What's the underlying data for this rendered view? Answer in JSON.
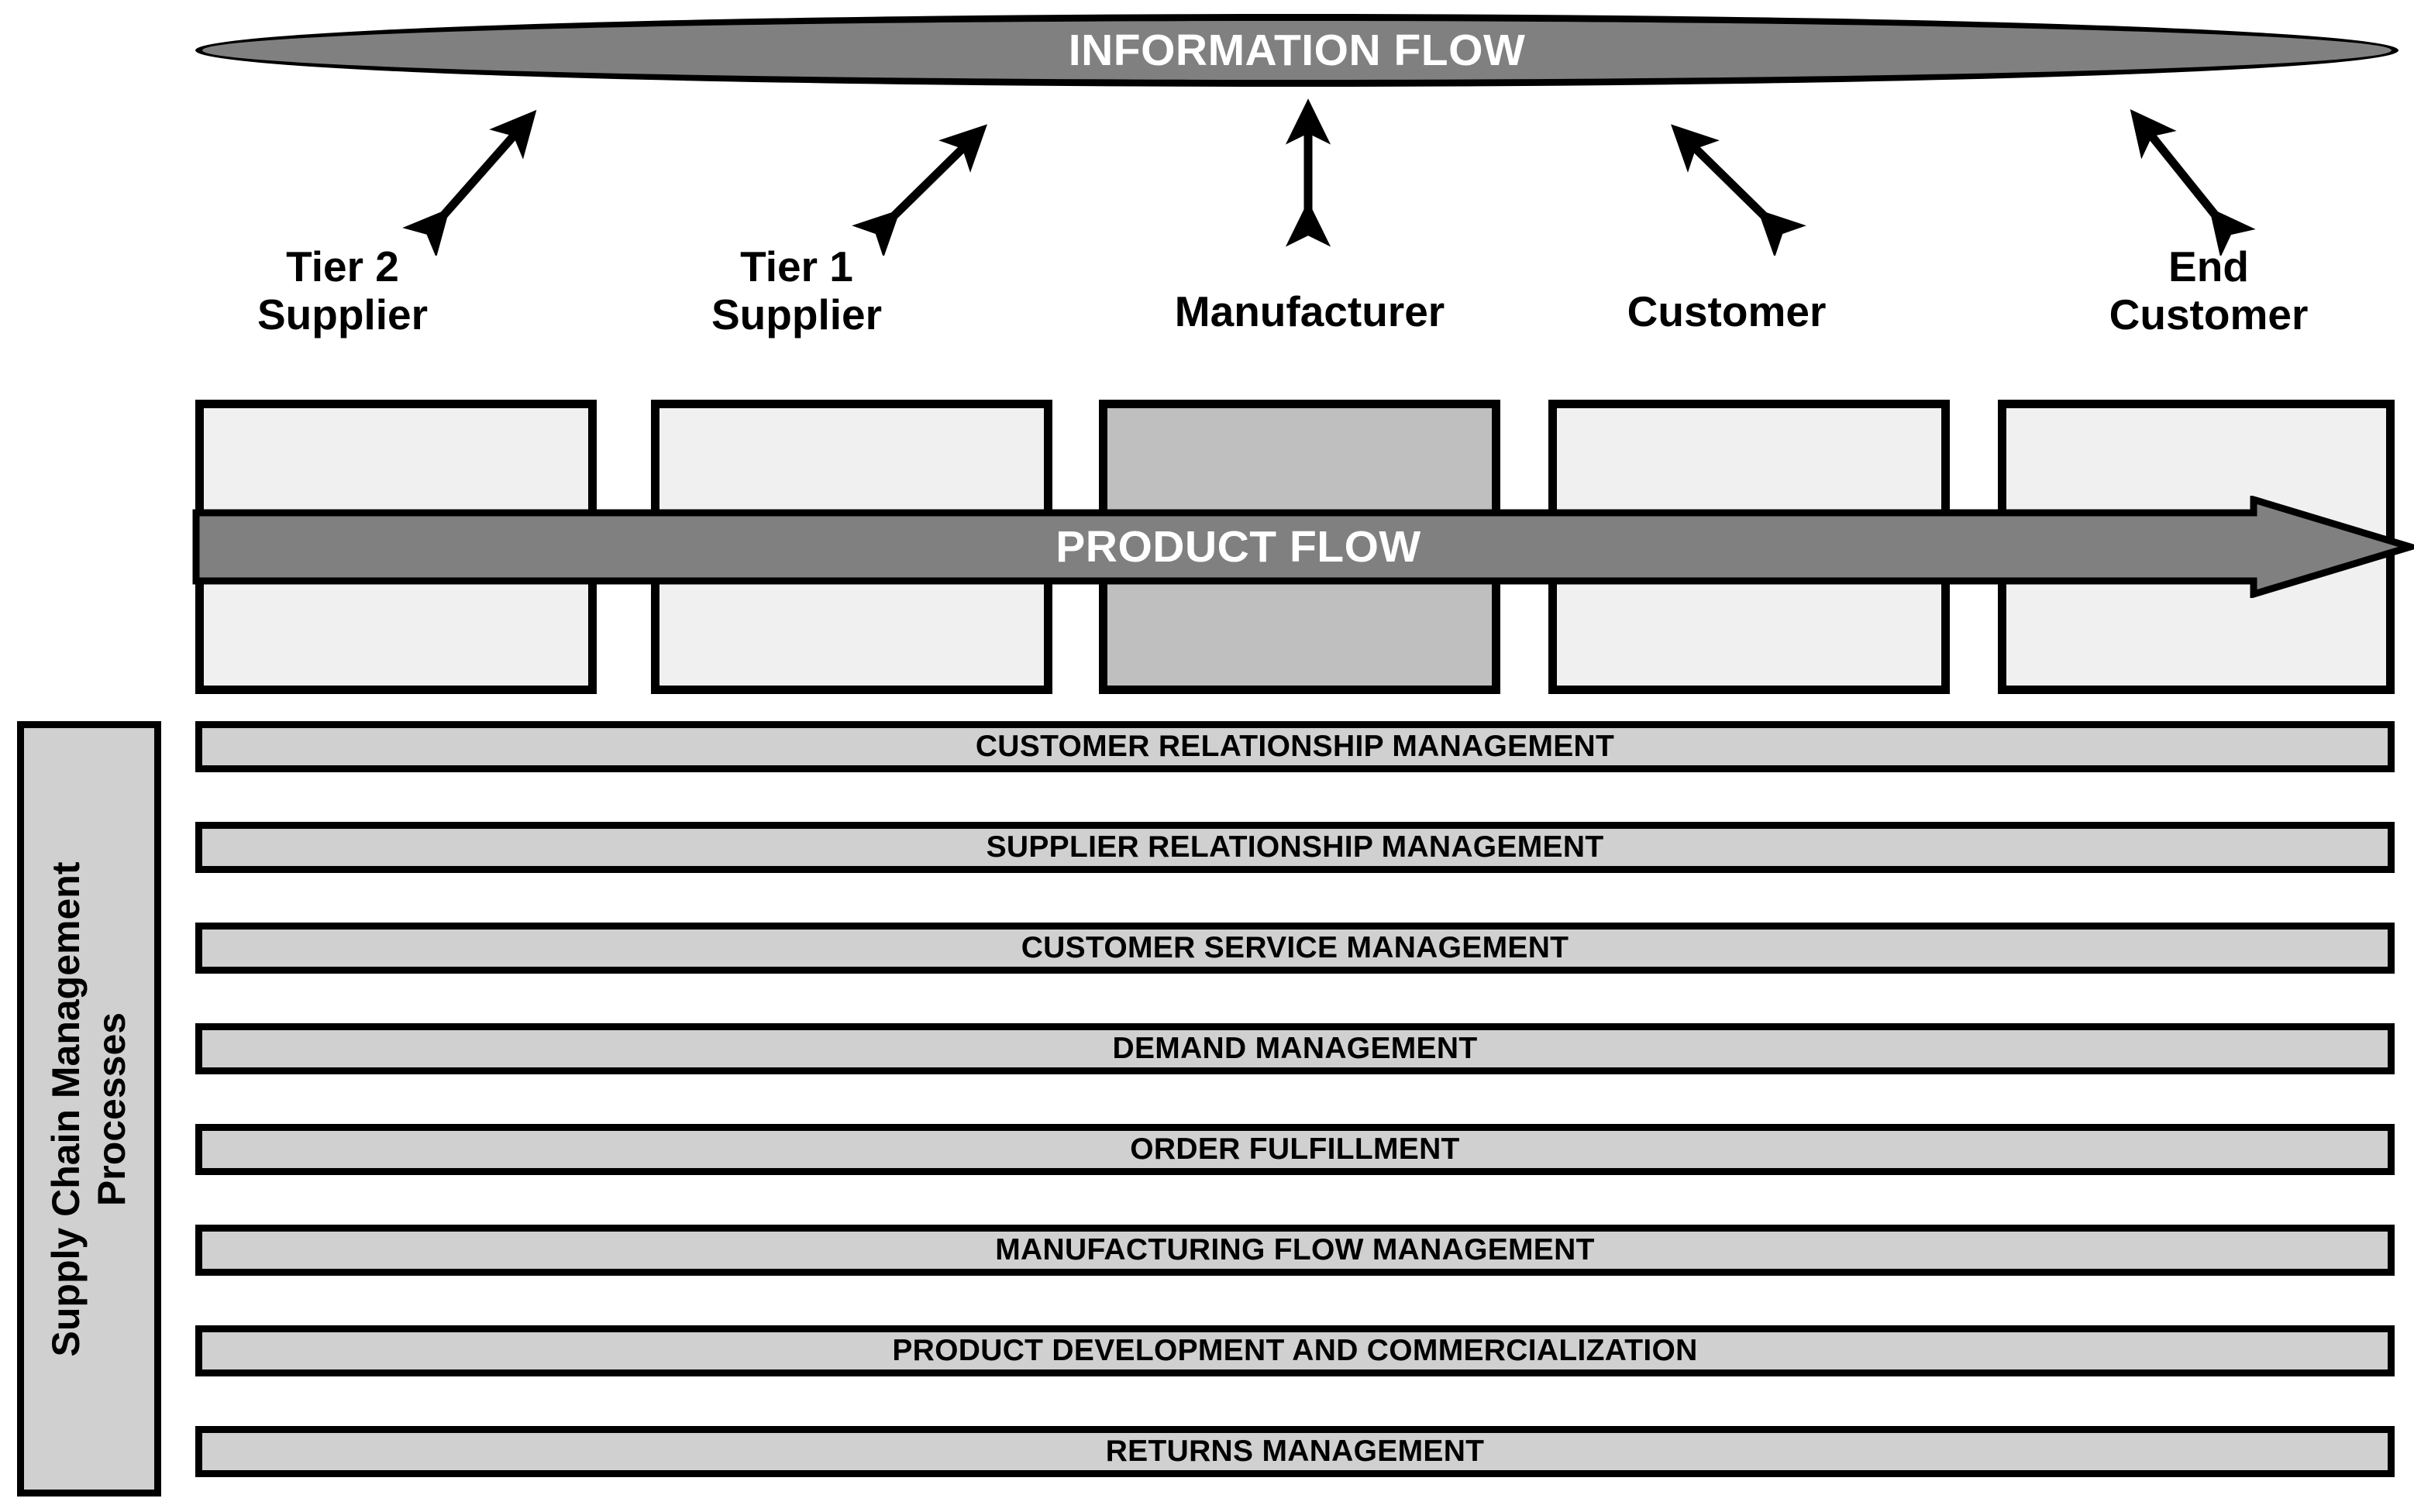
{
  "diagram": {
    "information_flow": {
      "label": "INFORMATION FLOW",
      "fill_color": "#808080",
      "text_color": "#ffffff"
    },
    "product_flow": {
      "label": "PRODUCT FLOW",
      "fill_color": "#808080",
      "text_color": "#ffffff",
      "direction": "left-to-right"
    },
    "actors": [
      {
        "label": "Tier 2\nSupplier",
        "highlight": false,
        "arrow": "double-diagonal-up-right"
      },
      {
        "label": "Tier 1\nSupplier",
        "highlight": false,
        "arrow": "double-diagonal-up-right"
      },
      {
        "label": "Manufacturer",
        "highlight": true,
        "arrow": "double-vertical"
      },
      {
        "label": "Customer",
        "highlight": false,
        "arrow": "double-diagonal-up-left"
      },
      {
        "label": "End\nCustomer",
        "highlight": false,
        "arrow": "double-diagonal-up-left"
      }
    ],
    "side_label": {
      "text": "Supply Chain Management\nProcesses",
      "fill_color": "#d0d0d0"
    },
    "processes": [
      {
        "label": "CUSTOMER RELATIONSHIP MANAGEMENT"
      },
      {
        "label": "SUPPLIER RELATIONSHIP MANAGEMENT"
      },
      {
        "label": "CUSTOMER SERVICE MANAGEMENT"
      },
      {
        "label": "DEMAND MANAGEMENT"
      },
      {
        "label": "ORDER FULFILLMENT"
      },
      {
        "label": "MANUFACTURING FLOW MANAGEMENT"
      },
      {
        "label": "PRODUCT DEVELOPMENT AND COMMERCIALIZATION"
      },
      {
        "label": "RETURNS MANAGEMENT"
      }
    ],
    "colors": {
      "node_fill": "#f0f0f0",
      "node_highlight_fill": "#bfbfbf",
      "process_fill": "#d0d0d0",
      "flow_fill": "#808080",
      "stroke": "#000000"
    }
  }
}
